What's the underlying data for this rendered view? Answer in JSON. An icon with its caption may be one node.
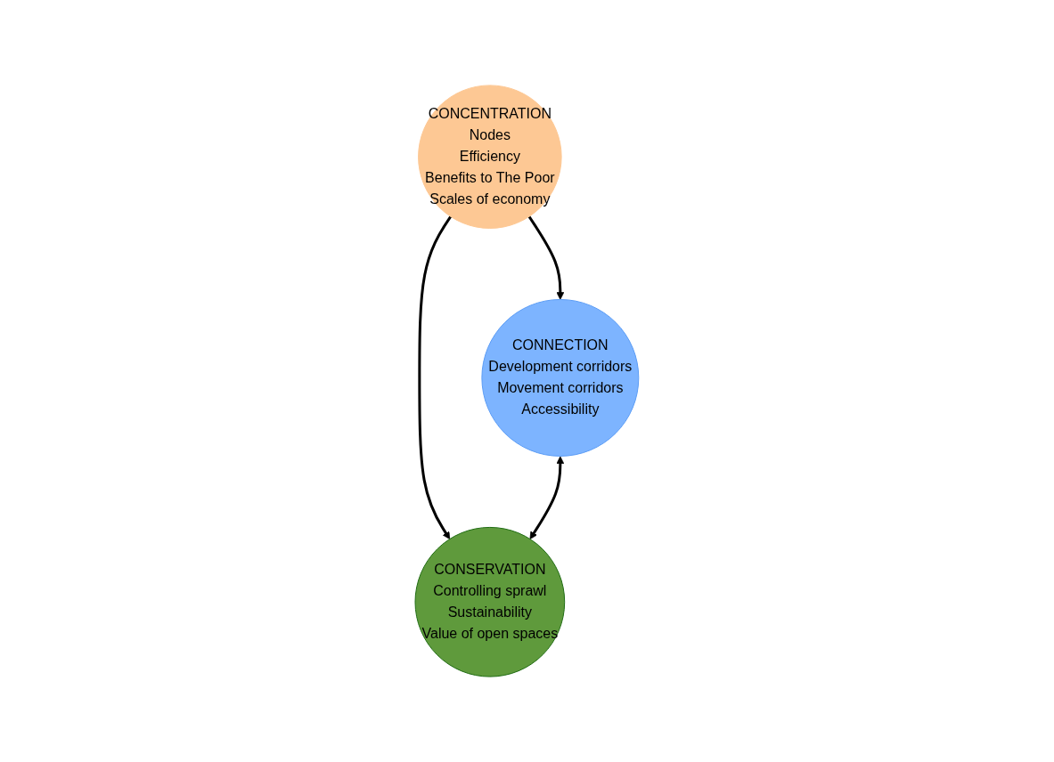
{
  "diagram": {
    "nodes": [
      {
        "text": [
          "CONCENTRATION",
          "Nodes",
          "Efficiency",
          "Benefits to The Poor",
          "Scales of economy"
        ]
      },
      {
        "text": [
          "CONNECTION",
          "Development corridors",
          "Movement corridors",
          "Accessibility"
        ]
      },
      {
        "text": [
          "CONSERVATION",
          "Controlling sprawl",
          "Sustainability",
          "Value of open spaces"
        ]
      }
    ],
    "edges": [
      {
        "from": 0,
        "to": 1,
        "arrow": "to"
      },
      {
        "from": 0,
        "to": 2,
        "arrow": "to"
      },
      {
        "from": 1,
        "to": 2,
        "arrow": "both"
      }
    ]
  }
}
